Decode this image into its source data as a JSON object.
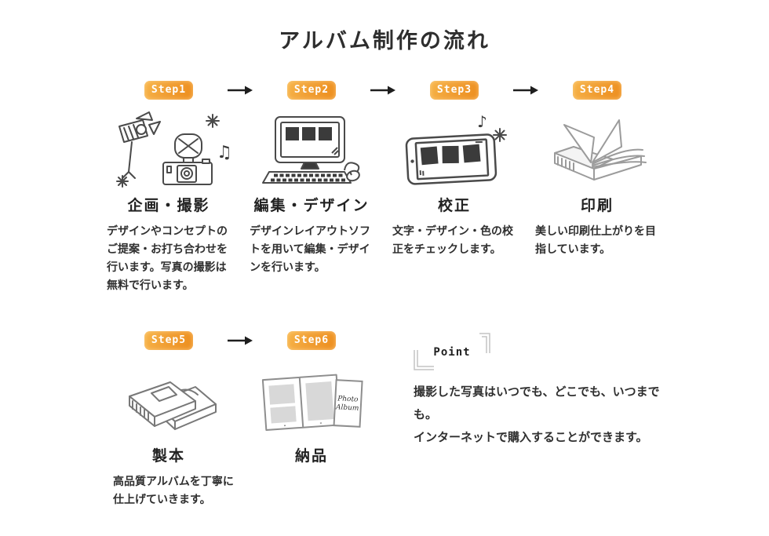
{
  "title": "アルバム制作の流れ",
  "steps": [
    {
      "badge": "Step1",
      "heading": "企画・撮影",
      "desc": "デザインやコンセプトの\nご提案・お打ち合わせを\n行います。写真の撮影は\n無料で行います。"
    },
    {
      "badge": "Step2",
      "heading": "編集・デザイン",
      "desc": "デザインレイアウトソフ\nトを用いて編集・デザイ\nンを行います。"
    },
    {
      "badge": "Step3",
      "heading": "校正",
      "desc": "文字・デザイン・色の校\n正をチェックします。"
    },
    {
      "badge": "Step4",
      "heading": "印刷",
      "desc": "美しい印刷仕上がりを目\n指しています。"
    },
    {
      "badge": "Step5",
      "heading": "製本",
      "desc": "高品質アルバムを丁寧に\n仕上げていきます。"
    },
    {
      "badge": "Step6",
      "heading": "納品",
      "desc": ""
    }
  ],
  "point": {
    "label": "Point",
    "text": "撮影した写真はいつでも、どこでも、いつまでも。\nインターネットで購入することができます。"
  },
  "album_cover": {
    "line1": "Photo",
    "line2": "Album"
  },
  "colors": {
    "badge_orange": "#f09a2a",
    "text_dark": "#2f2f2f",
    "sketch_gray": "#4a4a4a",
    "light_sketch_gray": "#9b9b9b",
    "bracket_gray": "#c4c4c4"
  }
}
